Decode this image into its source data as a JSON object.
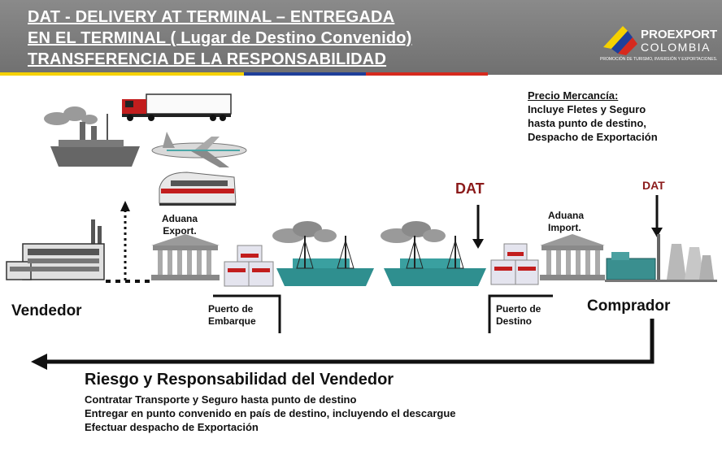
{
  "header": {
    "title_lines": [
      "DAT - DELIVERY AT TERMINAL – ENTREGADA",
      "EN EL TERMINAL ( Lugar de Destino Convenido)",
      "TRANSFERENCIA DE LA RESPONSABILIDAD"
    ],
    "logo": {
      "name": "PROEXPORT",
      "country": "COLOMBIA",
      "tagline": "PROMOCIÓN DE TURISMO, INVERSIÓN Y EXPORTACIONES."
    },
    "flag_colors": [
      "#f5d100",
      "#1f3f99",
      "#d62a1e"
    ]
  },
  "price_note": {
    "title": "Precio Mercancía:",
    "lines": [
      "Incluye Fletes y Seguro",
      "hasta punto de destino,",
      "Despacho de Exportación"
    ]
  },
  "markers": {
    "dat_left": "DAT",
    "dat_right": "DAT"
  },
  "labels": {
    "aduana_export": [
      "Aduana",
      "Export."
    ],
    "aduana_import": [
      "Aduana",
      "Import."
    ],
    "vendedor": "Vendedor",
    "comprador": "Comprador",
    "puerto_embarque": [
      "Puerto de",
      "Embarque"
    ],
    "puerto_destino": [
      "Puerto de",
      "Destino"
    ]
  },
  "bottom": {
    "title": "Riesgo y Responsabilidad del Vendedor",
    "lines": [
      "Contratar Transporte y Seguro hasta punto de destino",
      "Entregar en punto convenido en país de destino, incluyendo el descargue",
      "Efectuar despacho de Exportación"
    ]
  },
  "icons": [
    "factory-icon",
    "truck-icon",
    "old-ship-icon",
    "airplane-icon",
    "train-icon",
    "customs-building-icon",
    "cargo-boxes-icon",
    "ship-icon",
    "power-plant-icon"
  ]
}
